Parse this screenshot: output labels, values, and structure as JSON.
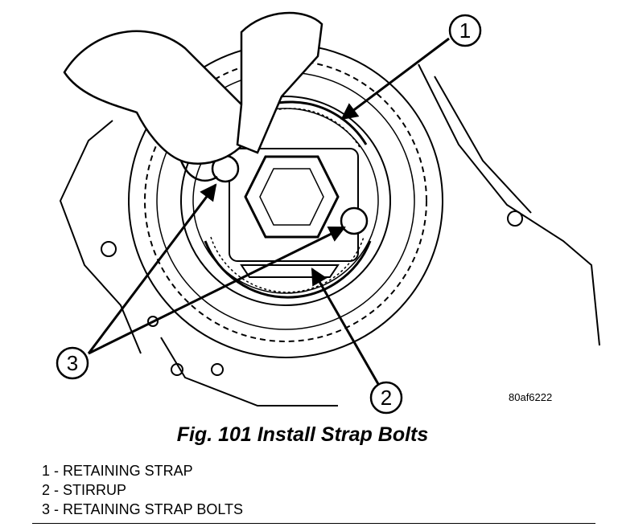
{
  "figure": {
    "caption": "Fig. 101 Install Strap Bolts",
    "image_code": "80af6222"
  },
  "callouts": [
    {
      "number": "1"
    },
    {
      "number": "2"
    },
    {
      "number": "3"
    }
  ],
  "legend": [
    {
      "text": "1 - RETAINING STRAP"
    },
    {
      "text": "2 - STIRRUP"
    },
    {
      "text": "3 - RETAINING STRAP BOLTS"
    }
  ]
}
